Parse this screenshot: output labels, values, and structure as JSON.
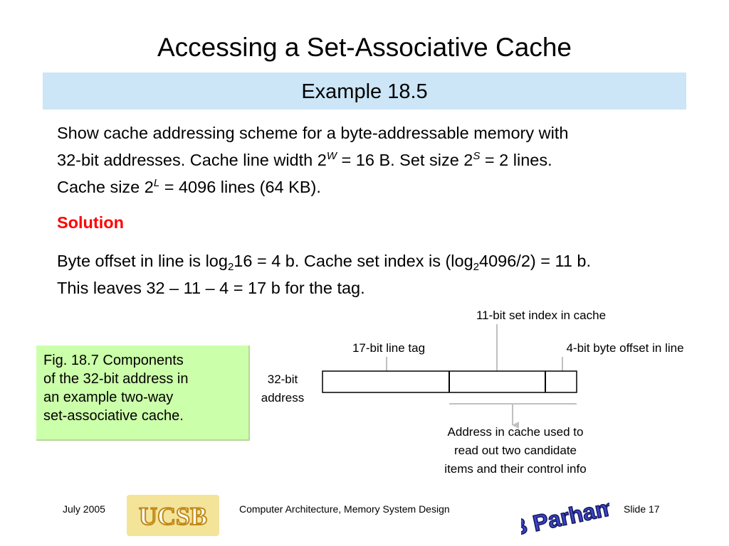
{
  "title": "Accessing a Set-Associative Cache",
  "banner": "Example 18.5",
  "problem": {
    "line1": "Show cache addressing scheme for a byte-addressable memory with",
    "line2_a": "32-bit addresses. Cache line width 2",
    "line2_sup1": "W",
    "line2_b": " = 16 B. Set size 2",
    "line2_sup2": "S",
    "line2_c": " = 2 lines.",
    "line3_a": "Cache size 2",
    "line3_sup": "L",
    "line3_b": " = 4096 lines (64 KB)."
  },
  "solution": {
    "heading": "Solution",
    "line1_a": "Byte offset in line is log",
    "line1_sub1": "2",
    "line1_b": "16 = 4 b. Cache set index is (log",
    "line1_sub2": "2",
    "line1_c": "4096/2) = 11 b.",
    "line2": "This leaves 32 – 11 – 4 = 17 b for the tag."
  },
  "caption": {
    "line1": "Fig. 18.7    Components",
    "line2": "of the 32-bit address in",
    "line3": "an example two-way",
    "line4": "set-associative cache."
  },
  "diagram": {
    "label_set_index": "11-bit set index in cache",
    "label_tag": "17-bit line tag",
    "label_offset": "4-bit byte offset in line",
    "label_address_1": "32-bit",
    "label_address_2": "address",
    "note_1": "Address in cache used to",
    "note_2": "read out two candidate",
    "note_3": "items and their control info",
    "arrow_color": "#c0c0c0"
  },
  "footer": {
    "date": "July 2005",
    "course": "Computer Architecture, Memory System Design",
    "slide": "Slide 17",
    "ucsb_logo_text": "UCSB",
    "author_logo_text": "B Parhami"
  },
  "colors": {
    "banner_bg": "#cce5f7",
    "caption_bg": "#ccffaa",
    "solution_heading": "#ff0000"
  }
}
